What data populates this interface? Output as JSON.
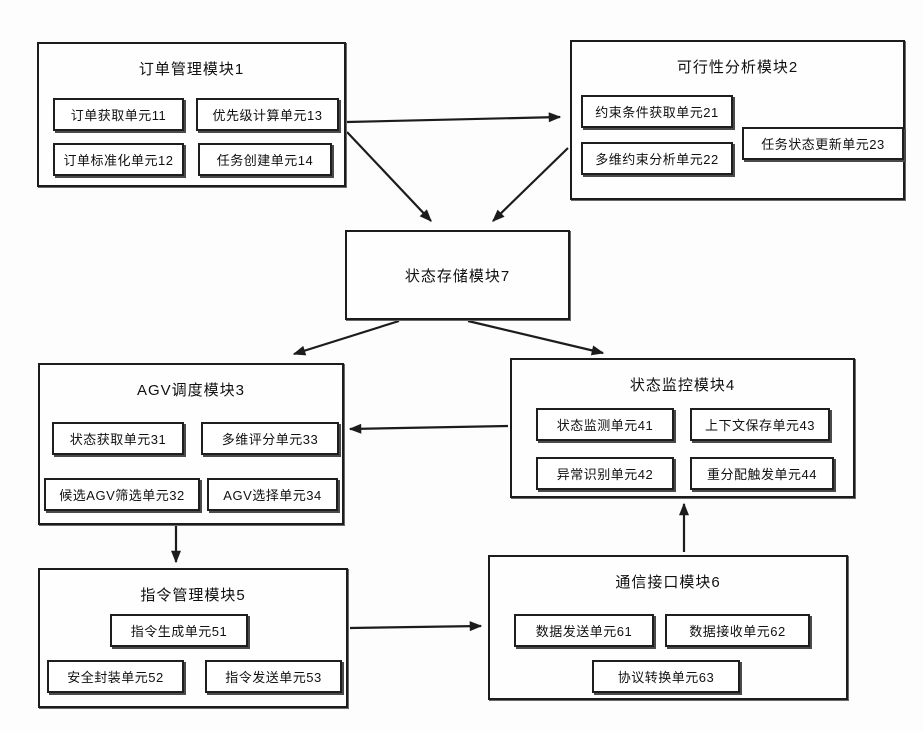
{
  "modules": {
    "m1": {
      "title": "订单管理模块1",
      "units": {
        "u11": "订单获取单元11",
        "u13": "优先级计算单元13",
        "u12": "订单标准化单元12",
        "u14": "任务创建单元14"
      }
    },
    "m2": {
      "title": "可行性分析模块2",
      "units": {
        "u21": "约束条件获取单元21",
        "u23": "任务状态更新单元23",
        "u22": "多维约束分析单元22"
      }
    },
    "m7": {
      "title": "状态存储模块7"
    },
    "m3": {
      "title": "AGV调度模块3",
      "units": {
        "u31": "状态获取单元31",
        "u33": "多维评分单元33",
        "u32": "候选AGV筛选单元32",
        "u34": "AGV选择单元34"
      }
    },
    "m4": {
      "title": "状态监控模块4",
      "units": {
        "u41": "状态监测单元41",
        "u43": "上下文保存单元43",
        "u42": "异常识别单元42",
        "u44": "重分配触发单元44"
      }
    },
    "m5": {
      "title": "指令管理模块5",
      "units": {
        "u51": "指令生成单元51",
        "u52": "安全封装单元52",
        "u53": "指令发送单元53"
      }
    },
    "m6": {
      "title": "通信接口模块6",
      "units": {
        "u61": "数据发送单元61",
        "u62": "数据接收单元62",
        "u63": "协议转换单元63"
      }
    }
  },
  "connections": [
    {
      "from": "订单管理模块1",
      "to": "可行性分析模块2"
    },
    {
      "from": "订单管理模块1",
      "to": "状态存储模块7"
    },
    {
      "from": "可行性分析模块2",
      "to": "状态存储模块7"
    },
    {
      "from": "状态存储模块7",
      "to": "AGV调度模块3"
    },
    {
      "from": "状态存储模块7",
      "to": "状态监控模块4"
    },
    {
      "from": "状态监控模块4",
      "to": "AGV调度模块3"
    },
    {
      "from": "AGV调度模块3",
      "to": "指令管理模块5"
    },
    {
      "from": "指令管理模块5",
      "to": "通信接口模块6"
    },
    {
      "from": "通信接口模块6",
      "to": "状态监控模块4"
    }
  ],
  "colors": {
    "line": "#1c1c1c",
    "background": "#fdfdfd",
    "box_fill": "#ffffff"
  }
}
